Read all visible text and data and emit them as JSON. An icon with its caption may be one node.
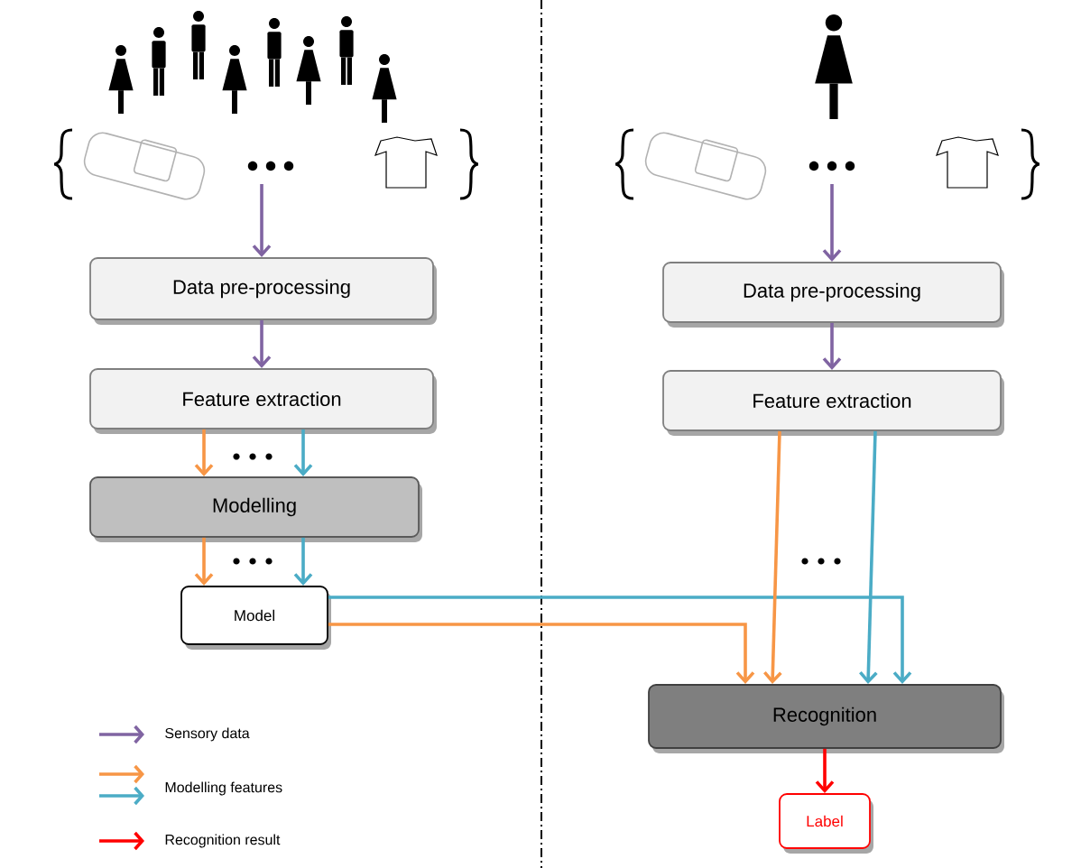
{
  "diagram": {
    "nodes": [
      {
        "text": [],
        "shape": "picture"
      },
      {
        "text": [
          "Data pre-processing"
        ]
      },
      {
        "text": [
          "Feature extraction"
        ]
      },
      {
        "text": [
          "Modelling"
        ]
      },
      {
        "text": [
          "Model"
        ]
      },
      {
        "text": [],
        "shape": "picture"
      },
      {
        "text": [
          "Data pre-processing"
        ]
      },
      {
        "text": [
          "Feature extraction"
        ]
      },
      {
        "text": [
          "Recognition"
        ]
      },
      {
        "text": [
          "Label"
        ]
      }
    ],
    "edges": [
      {
        "from": 0,
        "to": 1,
        "arrow": "to",
        "color": "#8064a2"
      },
      {
        "from": 1,
        "to": 2,
        "arrow": "to",
        "color": "#8064a2"
      },
      {
        "from": 2,
        "to": 3,
        "arrow": "to",
        "color": "#f79646"
      },
      {
        "from": 2,
        "to": 3,
        "arrow": "to",
        "color": "#4bacc6"
      },
      {
        "from": 3,
        "to": 4,
        "arrow": "to",
        "color": "#f79646"
      },
      {
        "from": 3,
        "to": 4,
        "arrow": "to",
        "color": "#4bacc6"
      },
      {
        "from": 4,
        "to": 8,
        "arrow": "to",
        "color": "#4bacc6"
      },
      {
        "from": 4,
        "to": 8,
        "arrow": "to",
        "color": "#f79646"
      },
      {
        "from": 5,
        "to": 6,
        "arrow": "to",
        "color": "#8064a2"
      },
      {
        "from": 6,
        "to": 7,
        "arrow": "to",
        "color": "#8064a2"
      },
      {
        "from": 7,
        "to": 8,
        "arrow": "to",
        "color": "#f79646"
      },
      {
        "from": 7,
        "to": 8,
        "arrow": "to",
        "color": "#4bacc6"
      },
      {
        "from": 8,
        "to": 9,
        "arrow": "to",
        "color": "#ff0000"
      }
    ],
    "legend": [
      {
        "text": "Sensory data"
      },
      {
        "text": "Modelling features"
      },
      {
        "text": "Recognition result"
      }
    ]
  }
}
